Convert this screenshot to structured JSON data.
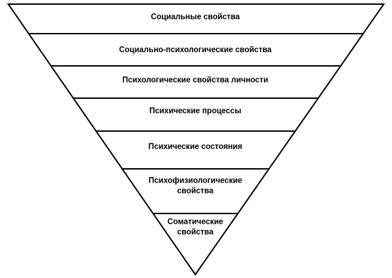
{
  "colors": {
    "outline": "#000000",
    "fill": "#ffffff",
    "text": "#000000"
  },
  "pyramid": {
    "levels": [
      {
        "label_lines": [
          "Социальные свойства"
        ]
      },
      {
        "label_lines": [
          "Социально-психологические свойства"
        ]
      },
      {
        "label_lines": [
          "Психологические свойства личности"
        ]
      },
      {
        "label_lines": [
          "Психические процессы"
        ]
      },
      {
        "label_lines": [
          "Психические состояния"
        ]
      },
      {
        "label_lines": [
          "Психофизиологические",
          "свойства"
        ]
      },
      {
        "label_lines": [
          "Соматические",
          "свойства"
        ]
      }
    ]
  }
}
